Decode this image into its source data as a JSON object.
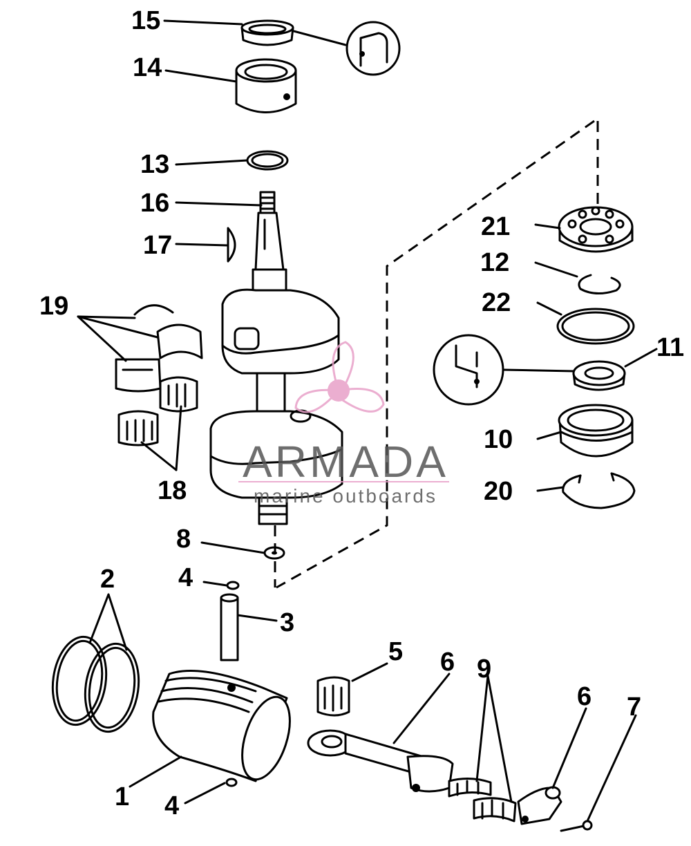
{
  "callouts": {
    "c1": "1",
    "c2": "2",
    "c3": "3",
    "c4a": "4",
    "c4b": "4",
    "c5": "5",
    "c6a": "6",
    "c6b": "6",
    "c7": "7",
    "c8": "8",
    "c9": "9",
    "c10": "10",
    "c11": "11",
    "c12": "12",
    "c13": "13",
    "c14": "14",
    "c15": "15",
    "c16": "16",
    "c17": "17",
    "c18": "18",
    "c19": "19",
    "c20": "20",
    "c21": "21",
    "c22": "22"
  },
  "watermark": {
    "brand": "ARMADA",
    "tagline": "marine outboards",
    "logo_icon": "propeller-icon",
    "logo_color": "#e8a0c8"
  },
  "colors": {
    "ink": "#000000",
    "paper": "#ffffff",
    "watermark_text": "#555555"
  }
}
